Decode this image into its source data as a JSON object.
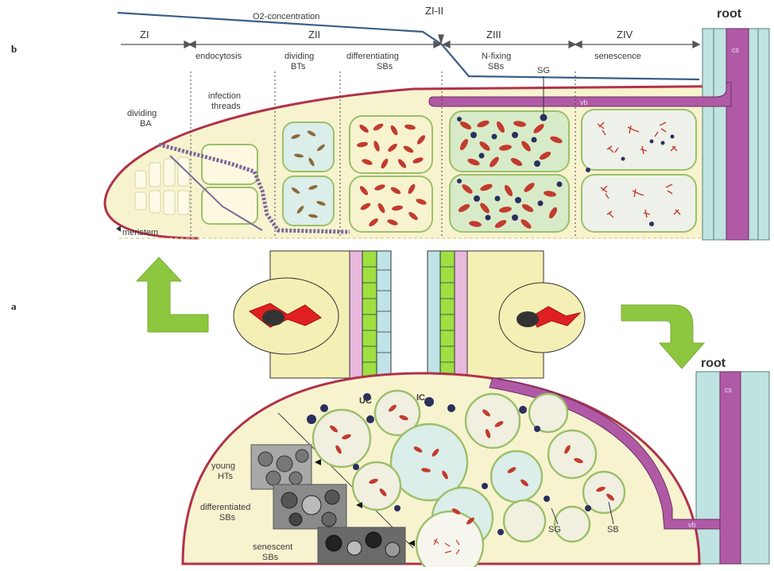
{
  "panels": {
    "b_label": "b",
    "a_label": "a"
  },
  "top": {
    "o2_label": "O2-concentration",
    "root_label": "root",
    "cs_label": "cs",
    "vb_label": "vb",
    "zones": [
      {
        "name": "ZI",
        "process": ""
      },
      {
        "name": "ZII",
        "process": "endocytosis"
      },
      {
        "name": "ZI-II",
        "process": ""
      },
      {
        "name": "ZIII",
        "process": "N-fixing SBs"
      },
      {
        "name": "ZIV",
        "process": "senescence"
      }
    ],
    "subzones": [
      {
        "line1": "dividing",
        "line2": "BTs"
      },
      {
        "line1": "differentiating",
        "line2": "SBs"
      }
    ],
    "labels": {
      "infection_1": "infection",
      "infection_2": "threads",
      "dividing_ba_1": "dividing",
      "dividing_ba_2": "BA",
      "meristem": "meristem",
      "sg": "SG"
    }
  },
  "bottom": {
    "root_label": "root",
    "cs_label": "cs",
    "vb_label": "vb",
    "uc": "UC",
    "ic": "IC",
    "sg": "SG",
    "sb": "SB",
    "young_1": "young",
    "young_2": "HTs",
    "diff_1": "differentiated",
    "diff_2": "SBs",
    "sen_1": "senescent",
    "sen_2": "SBs"
  },
  "colors": {
    "nodule_fill": "#f8f3cf",
    "cell_border": "#9cbf6a",
    "bacteroid": "#c23b2e",
    "granule": "#2b2f5e",
    "vascular": "#b05aa6",
    "cortex_blue": "#bfe3e0",
    "arrow_green": "#8dc63f",
    "o2_line": "#3a5e86"
  }
}
